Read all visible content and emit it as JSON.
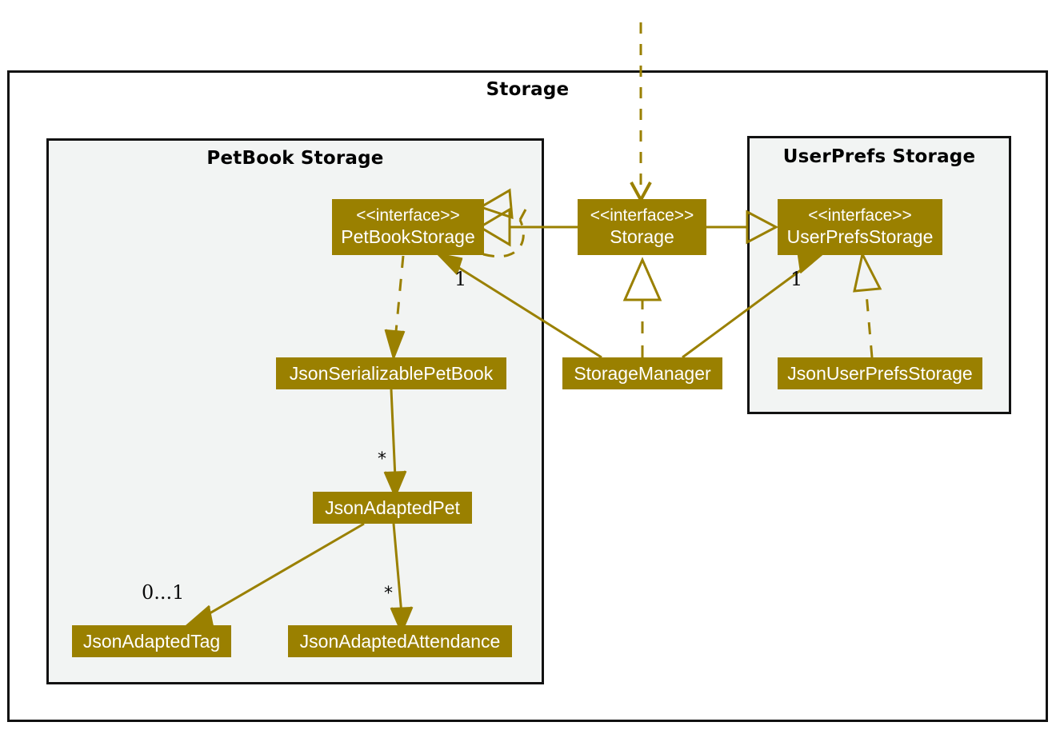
{
  "diagram": {
    "type": "uml-class-diagram",
    "accent_color": "#9a8000",
    "border_color": "#121212",
    "inner_fill": "#f2f4f3",
    "outer_fill": "#ffffff"
  },
  "packages": {
    "outer": {
      "title": "Storage"
    },
    "petbook": {
      "title": "PetBook Storage"
    },
    "userprefs": {
      "title": "UserPrefs Storage"
    }
  },
  "classes": {
    "petBookStorage": {
      "stereotype": "<<interface>>",
      "name": "PetBookStorage"
    },
    "storage": {
      "stereotype": "<<interface>>",
      "name": "Storage"
    },
    "userPrefsStorage": {
      "stereotype": "<<interface>>",
      "name": "UserPrefsStorage"
    },
    "jsonSerializablePetBook": {
      "name": "JsonSerializablePetBook"
    },
    "storageManager": {
      "name": "StorageManager"
    },
    "jsonUserPrefsStorage": {
      "name": "JsonUserPrefsStorage"
    },
    "jsonAdaptedPet": {
      "name": "JsonAdaptedPet"
    },
    "jsonAdaptedTag": {
      "name": "JsonAdaptedTag"
    },
    "jsonAdaptedAttendance": {
      "name": "JsonAdaptedAttendance"
    }
  },
  "multiplicities": {
    "petBookStorageOne": "1",
    "userPrefsStorageOne": "1",
    "petsMany": "*",
    "attendanceMany": "*",
    "tagZeroToOne": "0...1"
  },
  "relationships": [
    {
      "from": "external",
      "to": "storage",
      "kind": "dependency-dashed-open-arrow"
    },
    {
      "from": "storage",
      "to": "petBookStorage",
      "kind": "realization-solid-hollow-triangle"
    },
    {
      "from": "storage",
      "to": "userPrefsStorage",
      "kind": "realization-solid-hollow-triangle"
    },
    {
      "from": "petBookStorage",
      "to": "petBookStorage",
      "kind": "self-dashed-hollow-triangle"
    },
    {
      "from": "storageManager",
      "to": "storage",
      "kind": "realization-dashed-hollow-triangle"
    },
    {
      "from": "storageManager",
      "to": "petBookStorage",
      "kind": "association-arrow",
      "label": "1"
    },
    {
      "from": "storageManager",
      "to": "userPrefsStorage",
      "kind": "association-arrow",
      "label": "1"
    },
    {
      "from": "petBookStorage",
      "to": "jsonSerializablePetBook",
      "kind": "dependency-dashed-arrow"
    },
    {
      "from": "jsonUserPrefsStorage",
      "to": "userPrefsStorage",
      "kind": "realization-dashed-hollow-triangle"
    },
    {
      "from": "jsonSerializablePetBook",
      "to": "jsonAdaptedPet",
      "kind": "association-arrow",
      "label": "*"
    },
    {
      "from": "jsonAdaptedPet",
      "to": "jsonAdaptedTag",
      "kind": "association-arrow",
      "label": "0...1"
    },
    {
      "from": "jsonAdaptedPet",
      "to": "jsonAdaptedAttendance",
      "kind": "association-arrow",
      "label": "*"
    }
  ]
}
